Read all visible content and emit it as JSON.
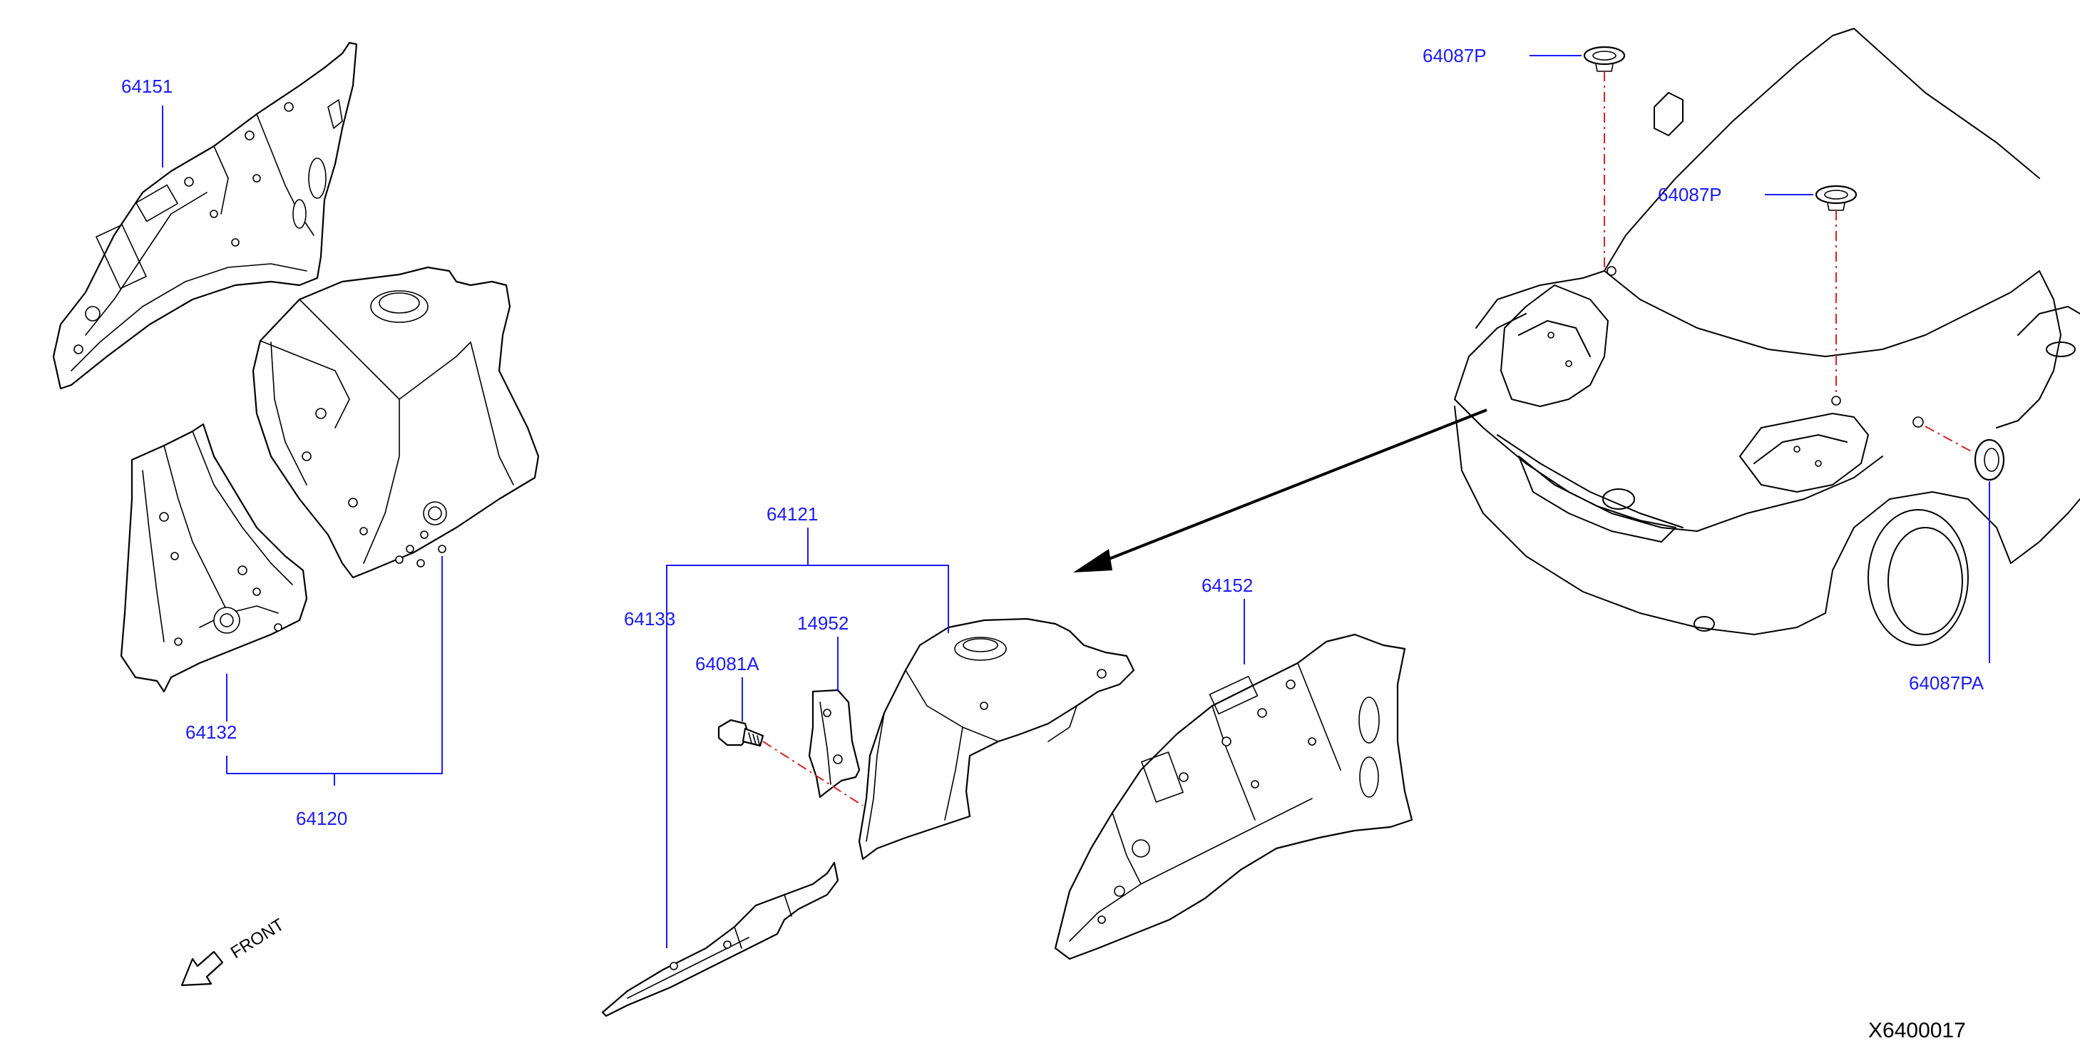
{
  "diagram_id": "X6400017",
  "front_label": "FRONT",
  "parts": {
    "p64151": "64151",
    "p64132": "64132",
    "p64120": "64120",
    "p64121": "64121",
    "p64133": "64133",
    "p14952": "14952",
    "p64081A": "64081A",
    "p64152": "64152",
    "p64087P_top": "64087P",
    "p64087P_mid": "64087P",
    "p64087PA": "64087PA"
  },
  "colors": {
    "label": "#1a1aff",
    "leader": "#1a1aff",
    "fastener_line": "#e02020",
    "outline": "#000000"
  }
}
